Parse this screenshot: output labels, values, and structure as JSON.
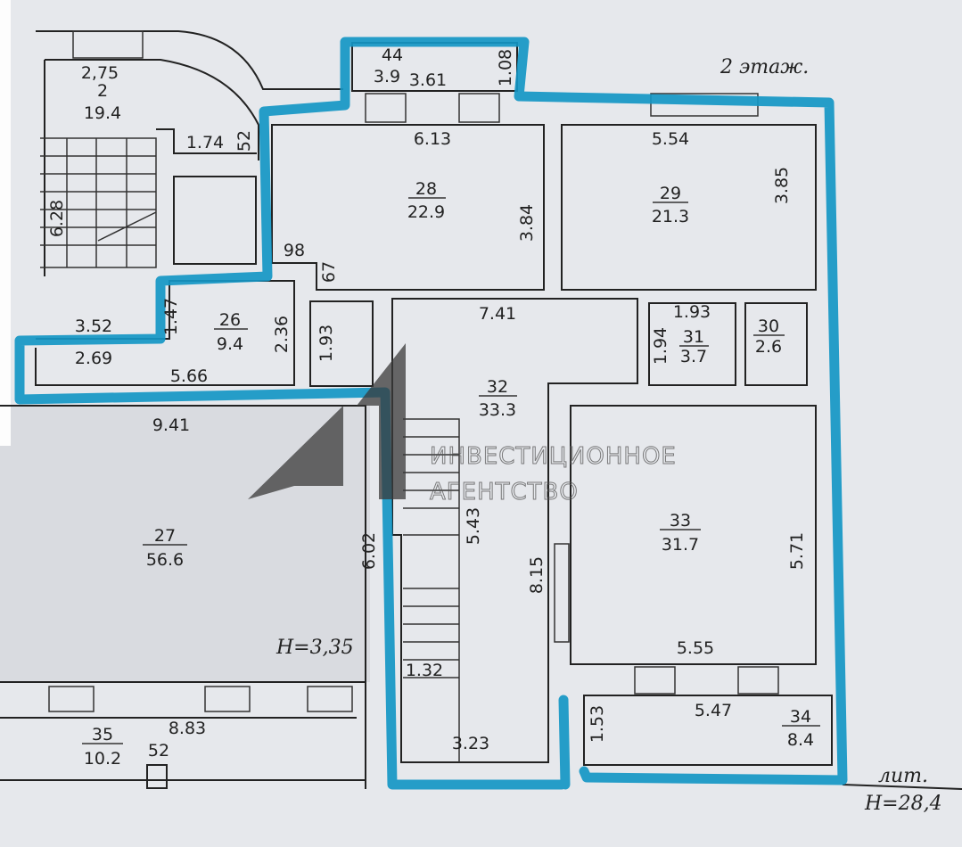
{
  "plan": {
    "floor_label": "2 этаж.",
    "lit_label": "лит.",
    "height_total": "H=28,4",
    "height_room": "H=3,35",
    "accent_color": "#1596c4"
  },
  "rooms": [
    {
      "number": "2",
      "area": "19.4"
    },
    {
      "number": "44",
      "area": "3.9"
    },
    {
      "number": "28",
      "area": "22.9"
    },
    {
      "number": "29",
      "area": "21.3"
    },
    {
      "number": "26",
      "area": "9.4"
    },
    {
      "number": "32",
      "area": "33.3"
    },
    {
      "number": "31",
      "area": "3.7"
    },
    {
      "number": "30",
      "area": "2.6"
    },
    {
      "number": "27",
      "area": "56.6"
    },
    {
      "number": "33",
      "area": "31.7"
    },
    {
      "number": "35",
      "area": "10.2"
    },
    {
      "number": "34",
      "area": "8.4"
    }
  ],
  "dimensions": [
    "2,75",
    "3.61",
    "1.08",
    "6.13",
    "5.54",
    "1.74",
    "52",
    "6.28",
    "3.84",
    "3.85",
    "98",
    "67",
    "3.52",
    "1.47",
    "2.36",
    "1.93",
    "7.41",
    "1.93",
    "1.94",
    "2.69",
    "5.66",
    "9.41",
    "5.43",
    "8.15",
    "6.02",
    "5.71",
    "5.55",
    "1.32",
    "5.47",
    "1.53",
    "8.83",
    "52",
    "3.23"
  ],
  "watermark": {
    "line1": "ИНВЕСТИЦИОННОЕ",
    "line2": "АГЕНТСТВО"
  }
}
